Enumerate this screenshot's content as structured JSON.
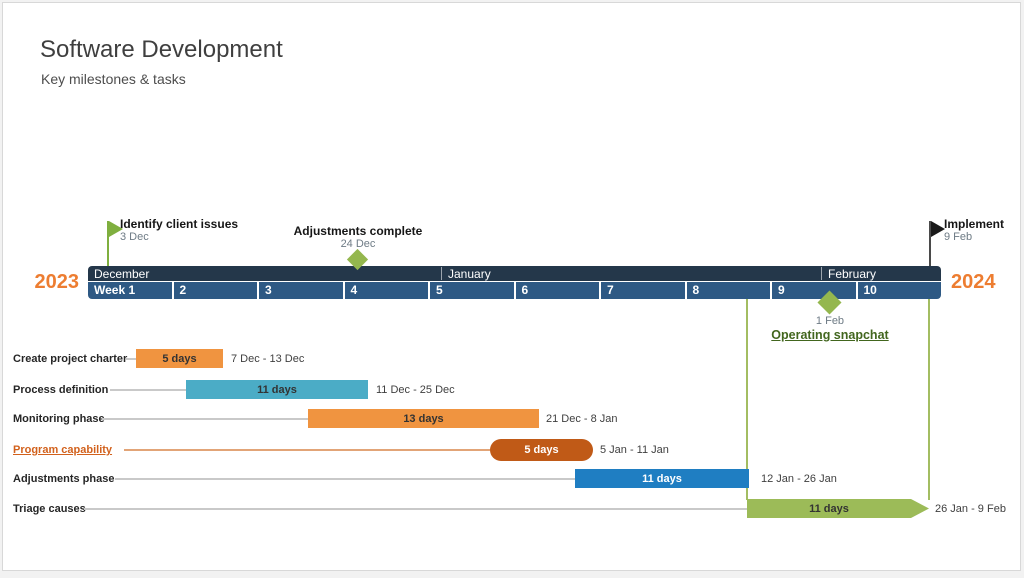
{
  "header": {
    "title": "Software Development",
    "subtitle": "Key milestones & tasks"
  },
  "timeline": {
    "left_year": "2023",
    "right_year": "2024",
    "months": [
      {
        "label": "December"
      },
      {
        "label": "January"
      },
      {
        "label": "February"
      }
    ],
    "weeks": [
      "Week 1",
      "2",
      "3",
      "4",
      "5",
      "6",
      "7",
      "8",
      "9",
      "10"
    ],
    "band_colors": {
      "month_row": "#24374a",
      "week_row": "#2e5984",
      "year_accent": "#ed7d31"
    }
  },
  "milestones": [
    {
      "label": "Identify client issues",
      "date": "3 Dec",
      "marker": "green-flag-icon",
      "position": "above-band",
      "color": "#7faf3f"
    },
    {
      "label": "Adjustments complete",
      "date": "24 Dec",
      "marker": "green-diamond-icon",
      "position": "above-band",
      "color": "#94b74e"
    },
    {
      "label": "Operating snapchat",
      "date": "1 Feb",
      "marker": "green-diamond-icon",
      "position": "below-band",
      "color": "#94b74e",
      "label_color": "#42661e"
    },
    {
      "label": "Implement",
      "date": "9 Feb",
      "marker": "black-flag-icon",
      "position": "above-band",
      "color": "#1a1a1a"
    }
  ],
  "tasks": [
    {
      "label": "Create project charter",
      "duration": "5 days",
      "dates": "7 Dec - 13 Dec",
      "color": "#f09440"
    },
    {
      "label": "Process definition",
      "duration": "11 days",
      "dates": "11 Dec - 25 Dec",
      "color": "#4bacc6"
    },
    {
      "label": "Monitoring phase",
      "duration": "13 days",
      "dates": "21 Dec - 8 Jan",
      "color": "#f09440"
    },
    {
      "label": "Program capability",
      "duration": "5 days",
      "dates": "5 Jan - 11 Jan",
      "color": "#c05a17",
      "label_color": "#d2611c"
    },
    {
      "label": "Adjustments phase",
      "duration": "11 days",
      "dates": "12 Jan - 26 Jan",
      "color": "#1f7ec2"
    },
    {
      "label": "Triage causes",
      "duration": "11 days",
      "dates": "26 Jan - 9 Feb",
      "color": "#9cbb58"
    }
  ],
  "chart_data": {
    "type": "bar",
    "subtype": "gantt-timeline",
    "title": "Software Development",
    "subtitle": "Key milestones & tasks",
    "axis": {
      "start_year": "2023",
      "end_year": "2024",
      "months": [
        "December",
        "January",
        "February"
      ],
      "weeks": [
        "Week 1",
        "2",
        "3",
        "4",
        "5",
        "6",
        "7",
        "8",
        "9",
        "10"
      ]
    },
    "milestones": [
      {
        "label": "Identify client issues",
        "date": "3 Dec",
        "marker": "green-flag",
        "position": "above"
      },
      {
        "label": "Adjustments complete",
        "date": "24 Dec",
        "marker": "green-diamond",
        "position": "above"
      },
      {
        "label": "Operating snapchat",
        "date": "1 Feb",
        "marker": "green-diamond",
        "position": "below"
      },
      {
        "label": "Implement",
        "date": "9 Feb",
        "marker": "black-flag",
        "position": "above"
      }
    ],
    "tasks": [
      {
        "label": "Create project charter",
        "duration_days": 5,
        "start": "7 Dec",
        "end": "13 Dec",
        "color": "#f09440"
      },
      {
        "label": "Process definition",
        "duration_days": 11,
        "start": "11 Dec",
        "end": "25 Dec",
        "color": "#4bacc6"
      },
      {
        "label": "Monitoring phase",
        "duration_days": 13,
        "start": "21 Dec",
        "end": "8 Jan",
        "color": "#f09440"
      },
      {
        "label": "Program capability",
        "duration_days": 5,
        "start": "5 Jan",
        "end": "11 Jan",
        "color": "#c05a17"
      },
      {
        "label": "Adjustments phase",
        "duration_days": 11,
        "start": "12 Jan",
        "end": "26 Jan",
        "color": "#1f7ec2"
      },
      {
        "label": "Triage causes",
        "duration_days": 11,
        "start": "26 Jan",
        "end": "9 Feb",
        "color": "#9cbb58"
      }
    ]
  }
}
